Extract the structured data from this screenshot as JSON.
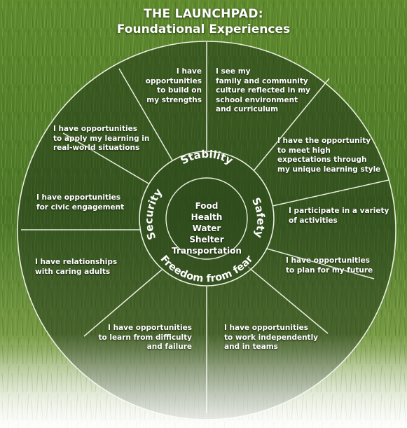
{
  "title_line1": "THE LAUNCHPAD:",
  "title_line2": "Foundational Experiences",
  "core_items": [
    "Food",
    "Health",
    "Water",
    "Shelter",
    "Transportation"
  ],
  "ring_words": [
    "Stability",
    "Safety",
    "Freedom from fear",
    "Security"
  ],
  "segments": [
    "I have\nopportunities\nto build on\nmy strengths",
    "I see my\nfamily and community\nculture reflected in my\nschool environment\nand curriculum",
    "I have the opportunity\nto meet high\nexpectations through\nmy unique learning style",
    "I participate in a variety\nof activities",
    "I have opportunities\nto plan for my future",
    "I have opportunities\nto work independently\nand in teams",
    "I have opportunities\nto learn from difficulty\nand failure",
    "I have relationships\nwith caring adults",
    "I have opportunities\nfor civic engagement",
    "I have opportunities\nto apply my learning in\nreal-world situations"
  ],
  "colors": {
    "grass_dark": "#3f5f22",
    "grass_light": "#8fb04a",
    "circle_fill": "#2e4a1c",
    "line": "#e8eedd"
  }
}
